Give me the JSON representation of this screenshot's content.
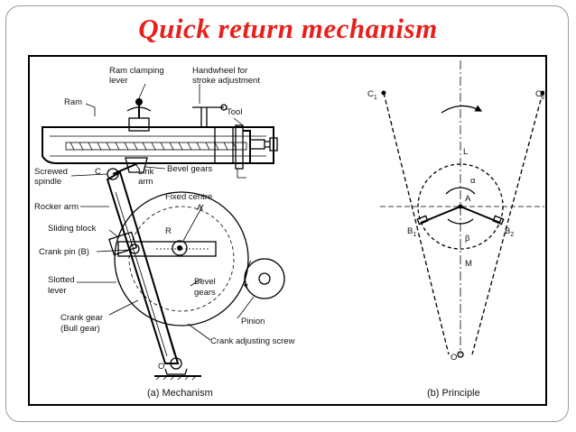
{
  "title": "Quick return mechanism",
  "mechanism": {
    "caption": "(a) Mechanism",
    "labels": {
      "ram": "Ram",
      "ram_clamping_1": "Ram clamping",
      "ram_clamping_2": "lever",
      "handwheel_1": "Handwheel for",
      "handwheel_2": "stroke adjustment",
      "tool": "Tool",
      "screwed_1": "Screwed",
      "screwed_2": "spindle",
      "c": "C",
      "link_1": "Link",
      "link_2": "arm",
      "bevel_gears_top": "Bevel gears",
      "fixed_centre": "Fixed centre",
      "a": "A",
      "rocker_arm": "Rocker arm",
      "sliding_block": "Sliding block",
      "r": "R",
      "crank_pin": "Crank pin (B)",
      "slotted_1": "Slotted",
      "slotted_2": "lever",
      "bevel_lower_1": "Bevel",
      "bevel_lower_2": "gears",
      "crank_gear_1": "Crank gear",
      "crank_gear_2": "(Bull gear)",
      "pinion": "Pinion",
      "crank_adjusting_screw": "Crank adjusting screw",
      "o": "O"
    }
  },
  "principle": {
    "caption": "(b) Principle",
    "labels": {
      "c1": "C",
      "c1_sub": "1",
      "c2": "C",
      "c2_sub": "2",
      "l": "L",
      "alpha": "α",
      "a": "A",
      "beta": "β",
      "b1": "B",
      "b1_sub": "1",
      "b2": "B",
      "b2_sub": "2",
      "m": "M",
      "o": "O"
    }
  },
  "colors": {
    "title": "#e8201c",
    "frame": "#9a9a9a",
    "ink": "#000000"
  }
}
